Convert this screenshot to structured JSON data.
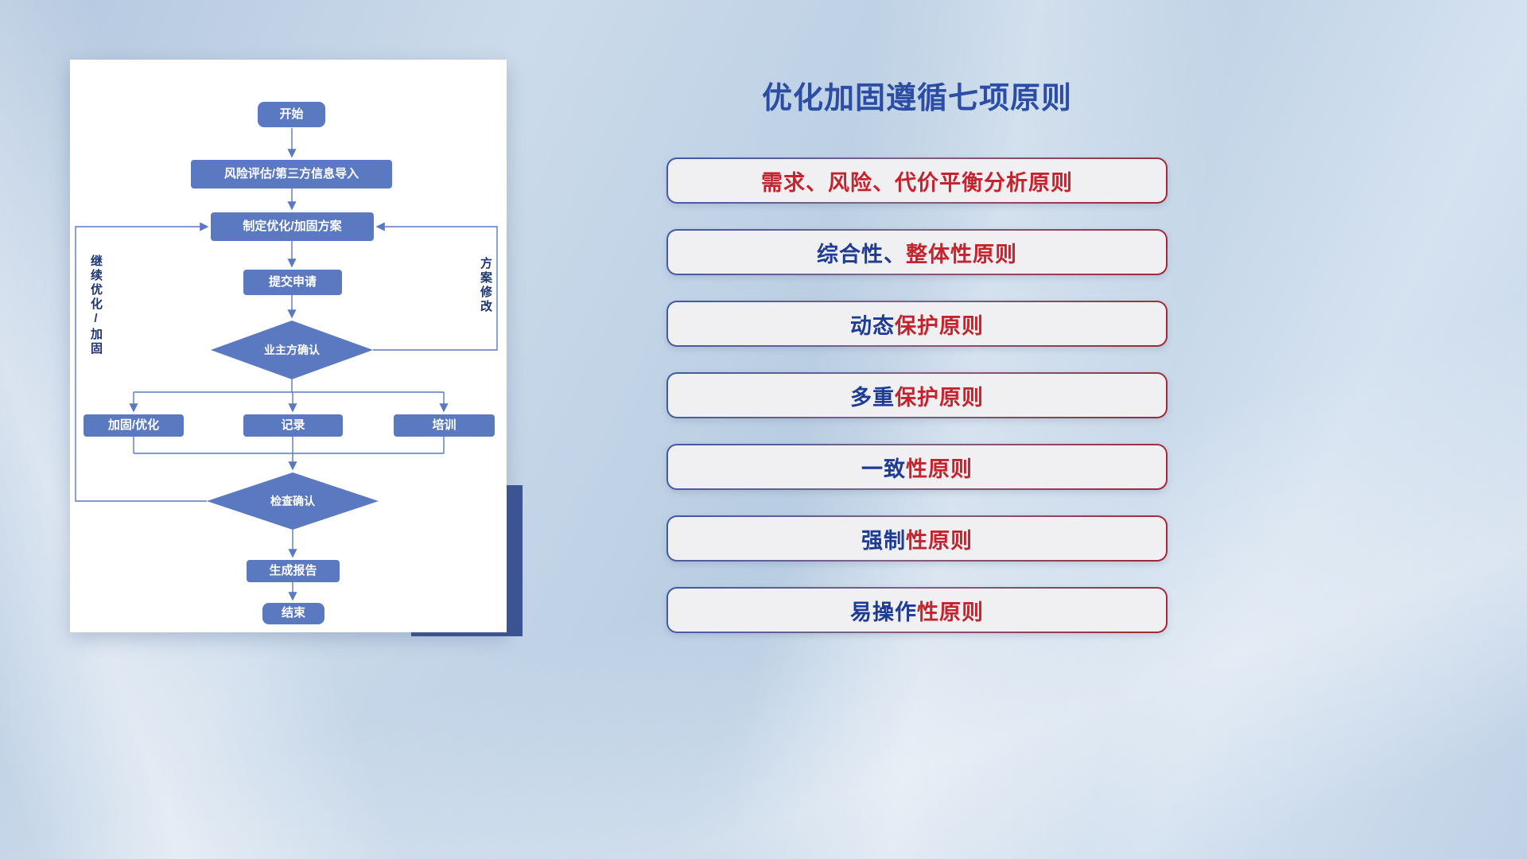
{
  "title": "优化加固遵循七项原则",
  "flowchart": {
    "nodes": {
      "start": "开始",
      "risk": "风险评估/第三方信息导入",
      "plan": "制定优化/加固方案",
      "submit": "提交申请",
      "ownerConfirm": "业主方确认",
      "reinforce": "加固/优化",
      "record": "记录",
      "training": "培训",
      "checkConfirm": "检查确认",
      "report": "生成报告",
      "end": "结束"
    },
    "edge_labels": {
      "continue_optimize": "继续优化/加固",
      "plan_modify": "方案修改"
    }
  },
  "principles": [
    {
      "prefix": "",
      "suffix": "需求、风险、代价平衡分析原则"
    },
    {
      "prefix": "综合性、",
      "suffix": "整体性原则"
    },
    {
      "prefix": "动态",
      "suffix": "保护原则"
    },
    {
      "prefix": "多重",
      "suffix": "保护原则"
    },
    {
      "prefix": "一致",
      "suffix": "性原则"
    },
    {
      "prefix": "强制",
      "suffix": "性原则"
    },
    {
      "prefix": "易操作",
      "suffix": "性原则"
    }
  ],
  "colors": {
    "node_blue": "#5a79c0",
    "title_navy": "#2b4da6",
    "text_navy": "#1f3c94",
    "text_red": "#c3242e",
    "accent_block": "#3d5494"
  }
}
